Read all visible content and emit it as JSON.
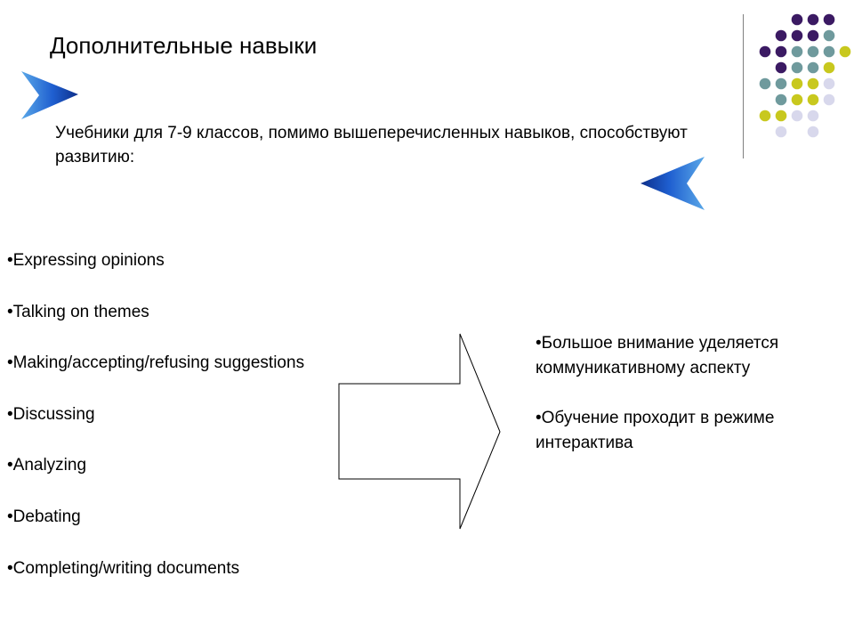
{
  "slide": {
    "title": "Дополнительные навыки",
    "subtitle": "Учебники для 7-9 классов, помимо вышеперечисленных навыков, способствуют развитию:"
  },
  "skills": [
    "•Expressing opinions",
    "•Talking on themes",
    "•Making/accepting/refusing suggestions",
    "•Discussing",
    "•Analyzing",
    "•Debating",
    "•Completing/writing documents"
  ],
  "features": [
    "•Большое внимание уделяется коммуникативному аспекту",
    "•Обучение проходит в режиме интерактива"
  ],
  "decoration": {
    "icons": [
      "chevron-arrow-icon",
      "dot-grid-icon",
      "block-arrow-icon"
    ],
    "colors": {
      "purple": "#3b1a63",
      "teal": "#6f9a9d",
      "olive": "#c8c81e",
      "lavender": "#d8d8ec",
      "arrow_blue": "#1f5fd0"
    }
  }
}
